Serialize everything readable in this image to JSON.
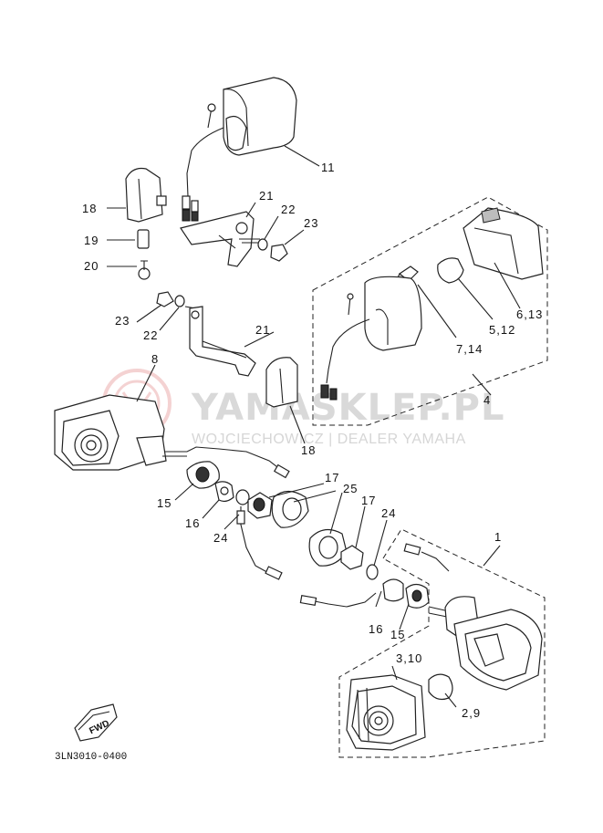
{
  "watermark": {
    "brand": "YAMASKLEP.PL",
    "dealer": "WOJCIECHOWICZ | DEALER YAMAHA",
    "logo": "yamaha-tuning-fork-logo"
  },
  "diagram_code": "3LN3010-0400",
  "fwd_label": "FWD",
  "callouts": {
    "c11": "11",
    "c18a": "18",
    "c21a": "21",
    "c22a": "22",
    "c23a": "23",
    "c19": "19",
    "c20": "20",
    "c23b": "23",
    "c22b": "22",
    "c21b": "21",
    "c18b": "18",
    "c8": "8",
    "c6_13": "6,13",
    "c5_12": "5,12",
    "c7_14": "7,14",
    "c4": "4",
    "c17a": "17",
    "c25": "25",
    "c17b": "17",
    "c24a": "24",
    "c15a": "15",
    "c16a": "16",
    "c24b": "24",
    "c1": "1",
    "c16b": "16",
    "c15b": "15",
    "c3_10": "3,10",
    "c2_9": "2,9"
  }
}
